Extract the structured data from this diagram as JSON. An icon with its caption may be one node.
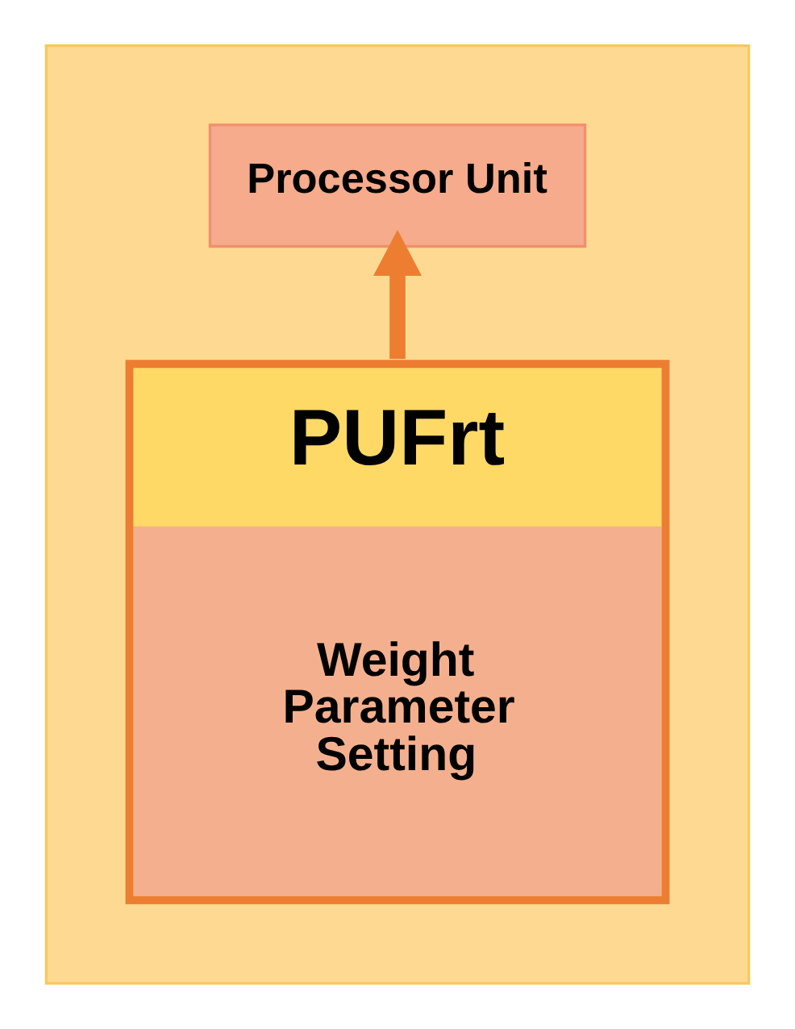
{
  "diagram": {
    "nodes": [
      {
        "text": [],
        "shape": "box"
      },
      {
        "text": [
          "Processor Unit"
        ],
        "in": 0
      },
      {
        "text": [
          "PUFrt",
          "Weight Parameter Setting"
        ],
        "in": 0
      }
    ],
    "edges": [
      {
        "from": 2,
        "to": 1,
        "arrow": "to"
      }
    ]
  }
}
